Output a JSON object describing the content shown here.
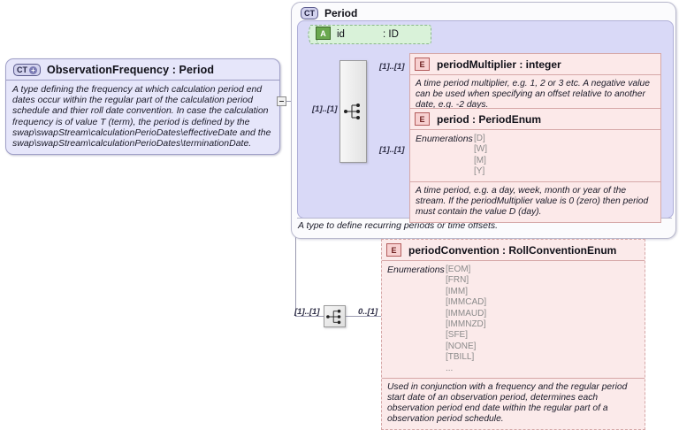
{
  "diagram": {
    "kind": "xsd-schema-diagram"
  },
  "observation_frequency": {
    "badge": "CT",
    "badge_plus": "+",
    "title": "ObservationFrequency : Period",
    "documentation": "A type defining the frequency at which calculation period end dates occur within the regular part of the calculation period schedule and thier roll date convention. In case the calculation frequency is of value T (term), the period is defined by the swap\\swapStream\\calculationPerioDates\\effectiveDate and the swap\\swapStream\\calculationPerioDates\\terminationDate."
  },
  "period_container": {
    "badge": "CT",
    "title": "Period",
    "documentation": "A type to define recurring periods or time offsets."
  },
  "id_attribute": {
    "badge": "A",
    "name": "id",
    "type": ": ID"
  },
  "elements": {
    "period_multiplier": {
      "badge": "E",
      "name": "periodMultiplier",
      "type": ": integer",
      "documentation": "A time period multiplier, e.g. 1, 2 or 3 etc. A negative value can be used when specifying an offset relative to another date, e.g. -2 days."
    },
    "period": {
      "badge": "E",
      "name": "period",
      "type": ": PeriodEnum",
      "enumerations_label": "Enumerations",
      "enumerations": "[D]\n[W]\n[M]\n[Y]",
      "documentation": "A time period, e.g. a day, week, month or year of the stream. If the periodMultiplier value is 0 (zero) then period must contain the value D (day)."
    },
    "period_convention": {
      "badge": "E",
      "name": "periodConvention",
      "type": ": RollConventionEnum",
      "enumerations_label": "Enumerations",
      "enumerations": "[EOM]\n[FRN]\n[IMM]\n[IMMCAD]\n[IMMAUD]\n[IMMNZD]\n[SFE]\n[NONE]\n[TBILL]\n...",
      "documentation": "Used in conjunction with a frequency and the regular period start date of an observation period, determines each observation period end date within the regular part of a observation period schedule."
    }
  },
  "cardinality": {
    "sequence_in": "[1]..[1]",
    "period_multiplier": "[1]..[1]",
    "period": "[1]..[1]",
    "bottom_in": "[1]..[1]",
    "bottom_out": "0..[1]"
  },
  "colors": {
    "complex_type_fill": "#e6e6fa",
    "container_fill": "#d9d9f7",
    "element_fill": "#fce9e9",
    "attribute_fill": "#d9f2d9",
    "element_badge": "#f7d0d0",
    "attribute_badge": "#6aa84f"
  }
}
